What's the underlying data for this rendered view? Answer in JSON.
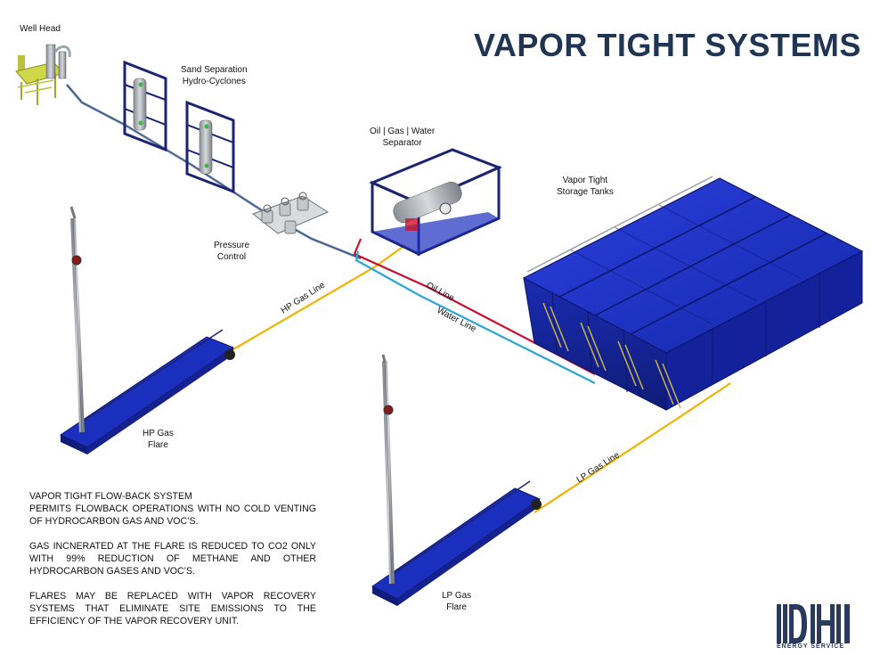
{
  "title": "VAPOR TIGHT SYSTEMS",
  "components": {
    "well_head": "Well Head",
    "sand_separation_1": "Sand Separation",
    "sand_separation_2": "Hydro-Cyclones",
    "separator_1": "Oil | Gas | Water",
    "separator_2": "Separator",
    "storage_1": "Vapor Tight",
    "storage_2": "Storage Tanks",
    "pressure_1": "Pressure",
    "pressure_2": "Control",
    "hp_flare_1": "HP Gas",
    "hp_flare_2": "Flare",
    "lp_flare_1": "LP Gas",
    "lp_flare_2": "Flare"
  },
  "lines": {
    "hp_gas": "HP Gas Line",
    "oil": "Oil Line",
    "water": "Water Line",
    "lp_gas": "LP Gas Line"
  },
  "description": {
    "p1_line1": "VAPOR TIGHT FLOW-BACK SYSTEM",
    "p1_line2": "PERMITS FLOWBACK OPERATIONS WITH NO COLD VENTING OF HYDROCARBON GAS AND VOC’S.",
    "p2": "GAS INCNERATED AT THE FLARE IS REDUCED TO CO2 ONLY WITH 99% REDUCTION OF METHANE AND OTHER HYDROCARBON GASES AND VOC’S.",
    "p3": "FLARES MAY BE REPLACED WITH VAPOR RECOVERY SYSTEMS THAT ELIMINATE SITE EMISSIONS TO THE EFFICIENCY OF THE VAPOR RECOVERY UNIT."
  },
  "logo": {
    "letters": "DHI",
    "sub": "ENERGY SERVICE"
  },
  "colors": {
    "title": "#1f3553",
    "equipment_blue": "#1b2fbf",
    "frame_navy": "#1a2470",
    "gas_line": "#f0b400",
    "oil_line": "#c8102e",
    "water_line": "#29a8d8"
  }
}
